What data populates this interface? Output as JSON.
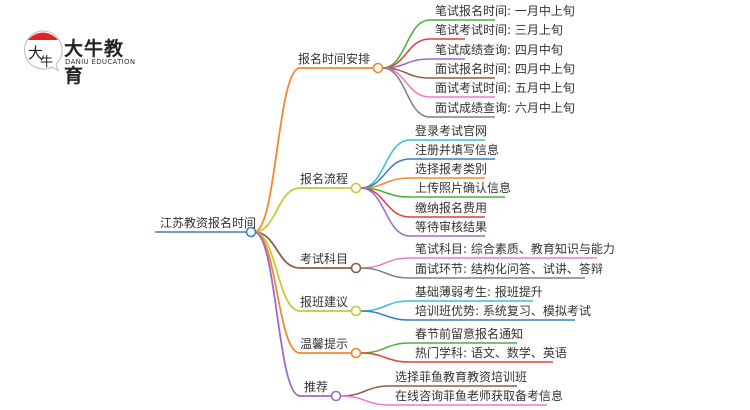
{
  "logo": {
    "name_cn": "大牛教育",
    "name_en": "DANIU EDUCATION",
    "mark": "大牛"
  },
  "root": {
    "label": "江苏教资报名时间",
    "color": "#3b7fc4"
  },
  "branches": [
    {
      "label": "报名时间安排",
      "color": "#f5862b",
      "leaves": [
        {
          "label": "笔试报名时间: 一月中上旬",
          "color": "#4caf3d"
        },
        {
          "label": "笔试考试时间: 三月上旬",
          "color": "#e0403a"
        },
        {
          "label": "笔试成绩查询: 四月中旬",
          "color": "#9b6ad0"
        },
        {
          "label": "面试报名时间: 四月中上旬",
          "color": "#8d5b4a"
        },
        {
          "label": "面试考试时间: 五月中上旬",
          "color": "#e87dd0"
        },
        {
          "label": "面试成绩查询: 六月中上旬",
          "color": "#808080"
        }
      ]
    },
    {
      "label": "报名流程",
      "color": "#c8c83a",
      "leaves": [
        {
          "label": "登录考试官网",
          "color": "#35c0d8"
        },
        {
          "label": "注册并填写信息",
          "color": "#3a7fc0"
        },
        {
          "label": "选择报考类别",
          "color": "#f5862b"
        },
        {
          "label": "上传照片确认信息",
          "color": "#4caf3d"
        },
        {
          "label": "缴纳报名费用",
          "color": "#e0403a"
        },
        {
          "label": "等待审核结果",
          "color": "#9b6ad0"
        }
      ]
    },
    {
      "label": "考试科目",
      "color": "#8d5b4a",
      "leaves": [
        {
          "label": "笔试科目: 综合素质、教育知识与能力",
          "color": "#e87dd0"
        },
        {
          "label": "面试环节: 结构化问答、试讲、答辩",
          "color": "#808080"
        }
      ]
    },
    {
      "label": "报班建议",
      "color": "#c8c83a",
      "leaves": [
        {
          "label": "基础薄弱考生: 报班提升",
          "color": "#35c0d8"
        },
        {
          "label": "培训班优势: 系统复习、模拟考试",
          "color": "#3a7fc0"
        }
      ]
    },
    {
      "label": "温馨提示",
      "color": "#f5862b",
      "leaves": [
        {
          "label": "春节前留意报名通知",
          "color": "#4caf3d"
        },
        {
          "label": "热门学科: 语文、数学、英语",
          "color": "#e0403a"
        }
      ]
    },
    {
      "label": "推荐",
      "color": "#9b6ad0",
      "leaves": [
        {
          "label": "选择菲鱼教育教资培训班",
          "color": "#8d5b4a"
        },
        {
          "label": "在线咨询菲鱼老师获取备考信息",
          "color": "#e87dd0"
        }
      ]
    }
  ]
}
